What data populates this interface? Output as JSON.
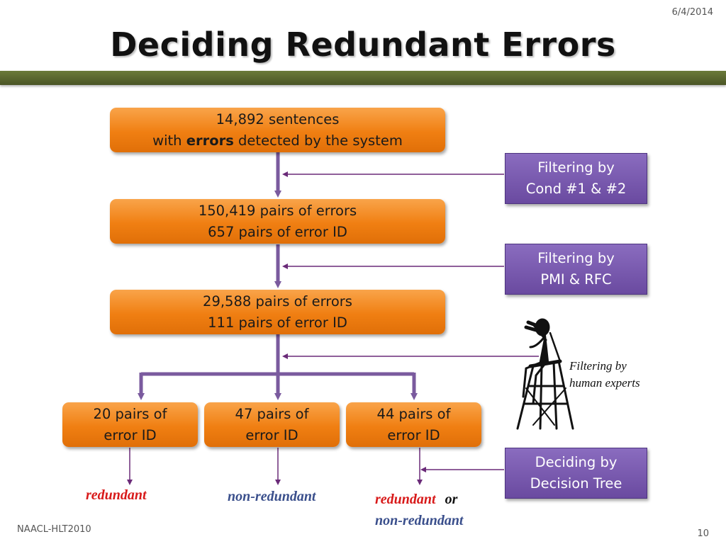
{
  "slide": {
    "date": "6/4/2014",
    "title": "Deciding Redundant Errors",
    "footer_left": "NAACL-HLT2010",
    "page_number": "10"
  },
  "flow": {
    "box1": {
      "line1": "14,892 sentences",
      "line2_prefix": "with",
      "line2_bold": "errors",
      "line2_suffix": "detected by the system"
    },
    "box2": {
      "line1": "150,419 pairs of errors",
      "line2": "657 pairs of error ID"
    },
    "box3": {
      "line1": "29,588 pairs of errors",
      "line2": "111 pairs of error ID"
    },
    "branches": [
      {
        "line1": "20 pairs of",
        "line2": "error ID"
      },
      {
        "line1": "47 pairs of",
        "line2": "error ID"
      },
      {
        "line1": "44 pairs of",
        "line2": "error ID"
      }
    ]
  },
  "filters": {
    "f1": {
      "line1": "Filtering by",
      "line2": "Cond #1 & #2"
    },
    "f2": {
      "line1": "Filtering by",
      "line2": "PMI & RFC"
    },
    "f3": {
      "line1": "Filtering by",
      "line2": "human experts"
    },
    "f4": {
      "line1": "Deciding by",
      "line2": "Decision Tree"
    }
  },
  "outcomes": {
    "o1": "redundant",
    "o2": "non-redundant",
    "o3_a": "redundant",
    "o3_or": "or",
    "o3_b": "non-redundant"
  },
  "colors": {
    "orange": "#f08a1e",
    "purple": "#7356ab",
    "arrow_purple": "#7a5a9e",
    "connector": "#6a2a78",
    "title_bar": "#5a6630",
    "red_text": "#d81a1a",
    "blue_text": "#3a4f8c"
  },
  "icons": {
    "expert": "person-on-lifeguard-chair-icon"
  }
}
